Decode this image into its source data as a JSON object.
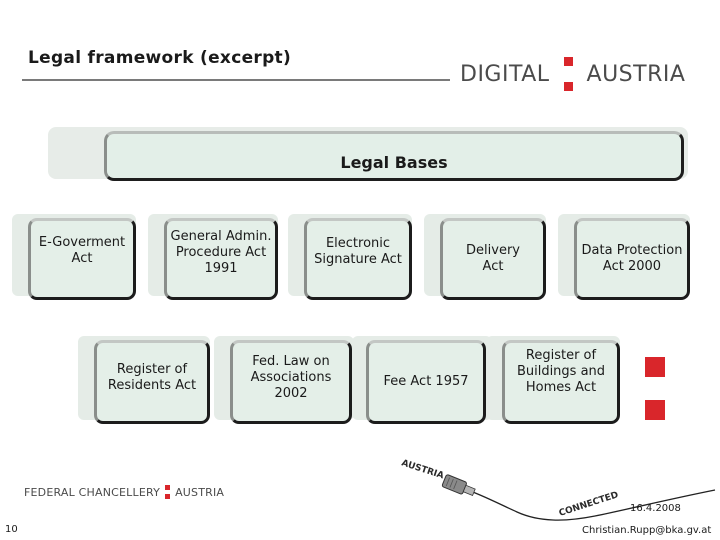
{
  "header": {
    "title": "Legal framework (excerpt)"
  },
  "logo": {
    "left_word": "DIGITAL",
    "right_word": "AUSTRIA"
  },
  "banner": {
    "label": "Legal Bases"
  },
  "row1": [
    {
      "label": "E-Goverment\nAct"
    },
    {
      "label": "General Admin.\nProcedure Act\n1991"
    },
    {
      "label": "Electronic\nSignature Act"
    },
    {
      "label": "Delivery\nAct"
    },
    {
      "label": "Data Protection\nAct 2000"
    }
  ],
  "row2": [
    {
      "label": "Register of\nResidents Act"
    },
    {
      "label": "Fed. Law on\nAssociations\n2002"
    },
    {
      "label": "Fee Act 1957"
    },
    {
      "label": "Register of\nBuildings and\nHomes Act"
    }
  ],
  "footer": {
    "fed_left": "FEDERAL CHANCELLERY",
    "fed_right": "AUSTRIA",
    "page_number": "10",
    "date": "16.4.2008",
    "email": "Christian.Rupp@bka.gv.at",
    "art_word_top": "AUSTRIA",
    "art_word_bottom": "CONNECTED"
  },
  "colors": {
    "accent_red": "#d9262b",
    "card_fill": "#e4efe8"
  }
}
